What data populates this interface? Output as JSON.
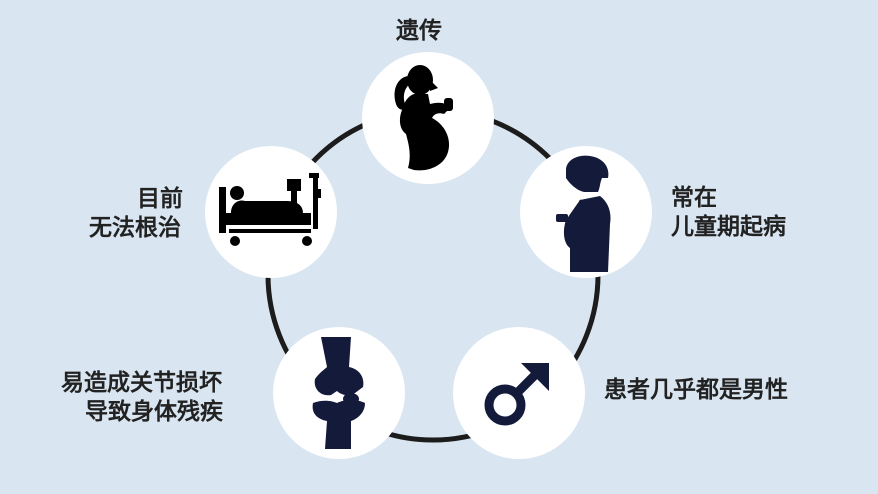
{
  "diagram": {
    "nodes": [
      {
        "id": "heredity",
        "icon": "pregnant-woman-icon",
        "lines": [
          "遗传"
        ]
      },
      {
        "id": "onset",
        "icon": "child-profile-icon",
        "lines": [
          "常在",
          "儿童期起病"
        ]
      },
      {
        "id": "gender",
        "icon": "male-symbol-icon",
        "lines": [
          "患者几乎都是男性"
        ]
      },
      {
        "id": "joint",
        "icon": "knee-joint-icon",
        "lines": [
          "易造成关节损坏",
          "导致身体残疾"
        ]
      },
      {
        "id": "cure",
        "icon": "hospital-bed-icon",
        "lines": [
          "目前",
          "无法根治"
        ]
      }
    ]
  },
  "colors": {
    "background": "#d9e6f1",
    "ring": "#1c1c1c",
    "circle": "#ffffff",
    "icon_dark": "#141a3a",
    "text": "#222222"
  }
}
